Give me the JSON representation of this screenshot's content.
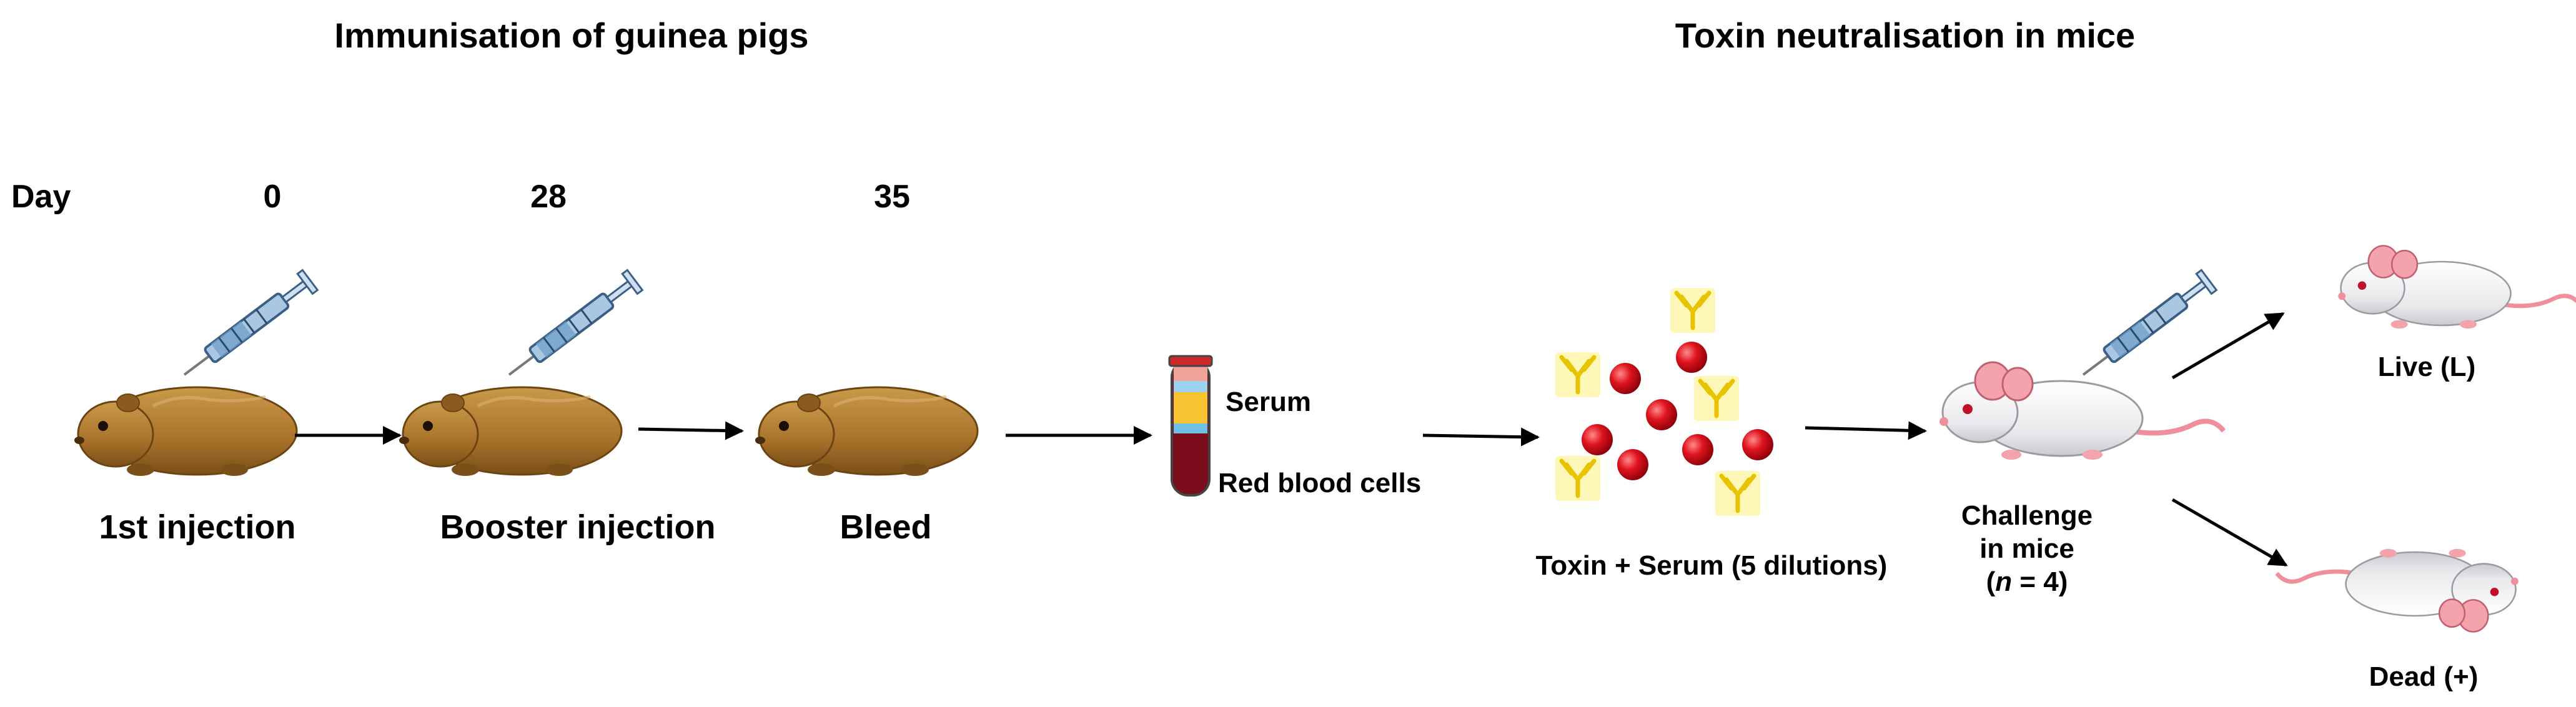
{
  "headings": {
    "immunisation": "Immunisation  of guinea pigs",
    "neutralisation": "Toxin neutralisation  in mice"
  },
  "days": {
    "label": "Day",
    "d0": "0",
    "d28": "28",
    "d35": "35"
  },
  "steps": {
    "first_injection": "1st injection",
    "booster": "Booster injection",
    "bleed": "Bleed"
  },
  "tube": {
    "serum": "Serum",
    "rbc": "Red blood cells"
  },
  "mix": {
    "label": "Toxin + Serum (5 dilutions)"
  },
  "challenge": {
    "line1": "Challenge",
    "line2": "in mice",
    "n_open": "(",
    "n_var": "n",
    "n_rest": " = 4",
    "n_close": ")"
  },
  "outcomes": {
    "live": "Live (L)",
    "dead": "Dead (+)"
  },
  "colors": {
    "guinea_pig": "#b07a2a",
    "syringe": "#7fa6c9",
    "red_cell": "#e0141e",
    "antibody": "#f2d200",
    "mouse": "#f1f1f1",
    "mouse_pink": "#f4a3ad"
  },
  "icons": [
    "syringe-icon",
    "guinea-pig-icon",
    "blood-tube-icon",
    "toxin-particle-icon",
    "antibody-icon",
    "mouse-icon",
    "arrow-icon"
  ]
}
